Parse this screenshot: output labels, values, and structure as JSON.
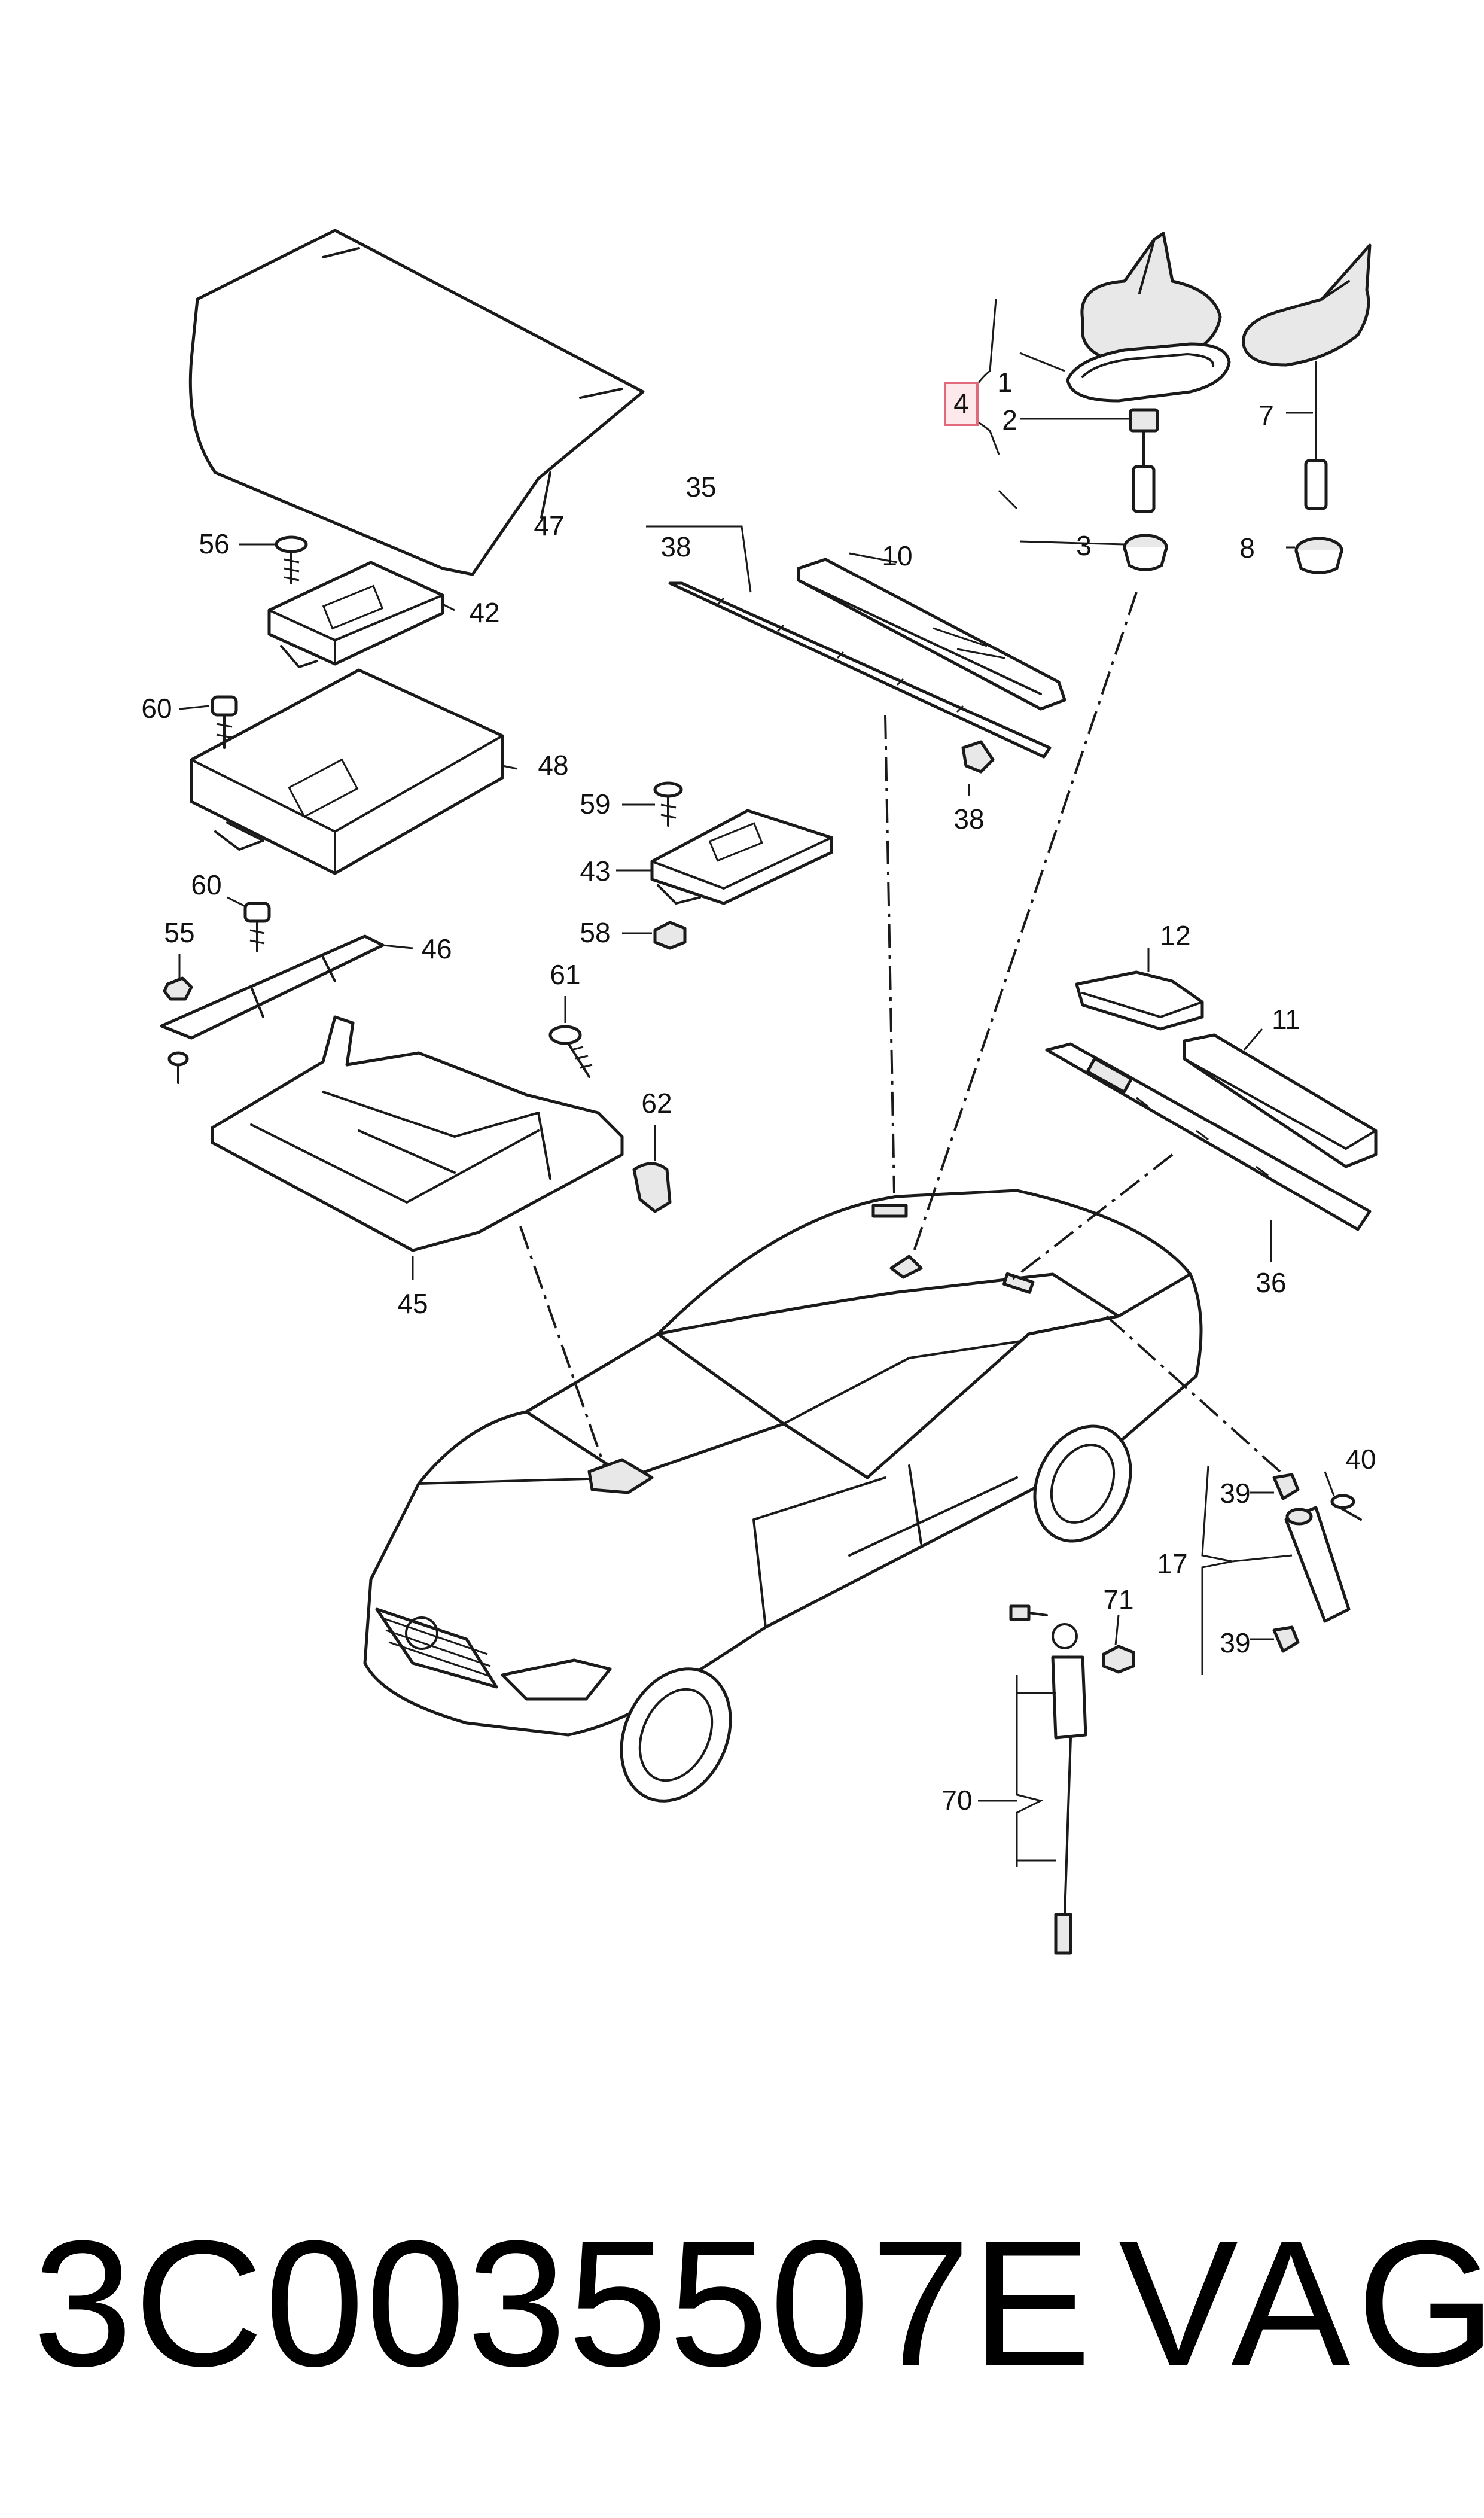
{
  "labels": {
    "l1": "1",
    "l2": "2",
    "l3": "3",
    "l4": "4",
    "l7": "7",
    "l8": "8",
    "l10": "10",
    "l11": "11",
    "l12": "12",
    "l17": "17",
    "l35": "35",
    "l36": "36",
    "l38a": "38",
    "l38b": "38",
    "l39a": "39",
    "l39b": "39",
    "l40": "40",
    "l42": "42",
    "l43": "43",
    "l45": "45",
    "l46": "46",
    "l47": "47",
    "l48": "48",
    "l55": "55",
    "l56": "56",
    "l58": "58",
    "l59": "59",
    "l60a": "60",
    "l60b": "60",
    "l61": "61",
    "l62": "62",
    "l70": "70",
    "l71": "71"
  },
  "highlighted_label": "4",
  "footer": {
    "part_number": "3C0035507E",
    "brand": "VAG"
  },
  "colors": {
    "line": "#1a1a1a",
    "highlight_border": "#e06a7a",
    "highlight_fill": "#fde9ec"
  }
}
